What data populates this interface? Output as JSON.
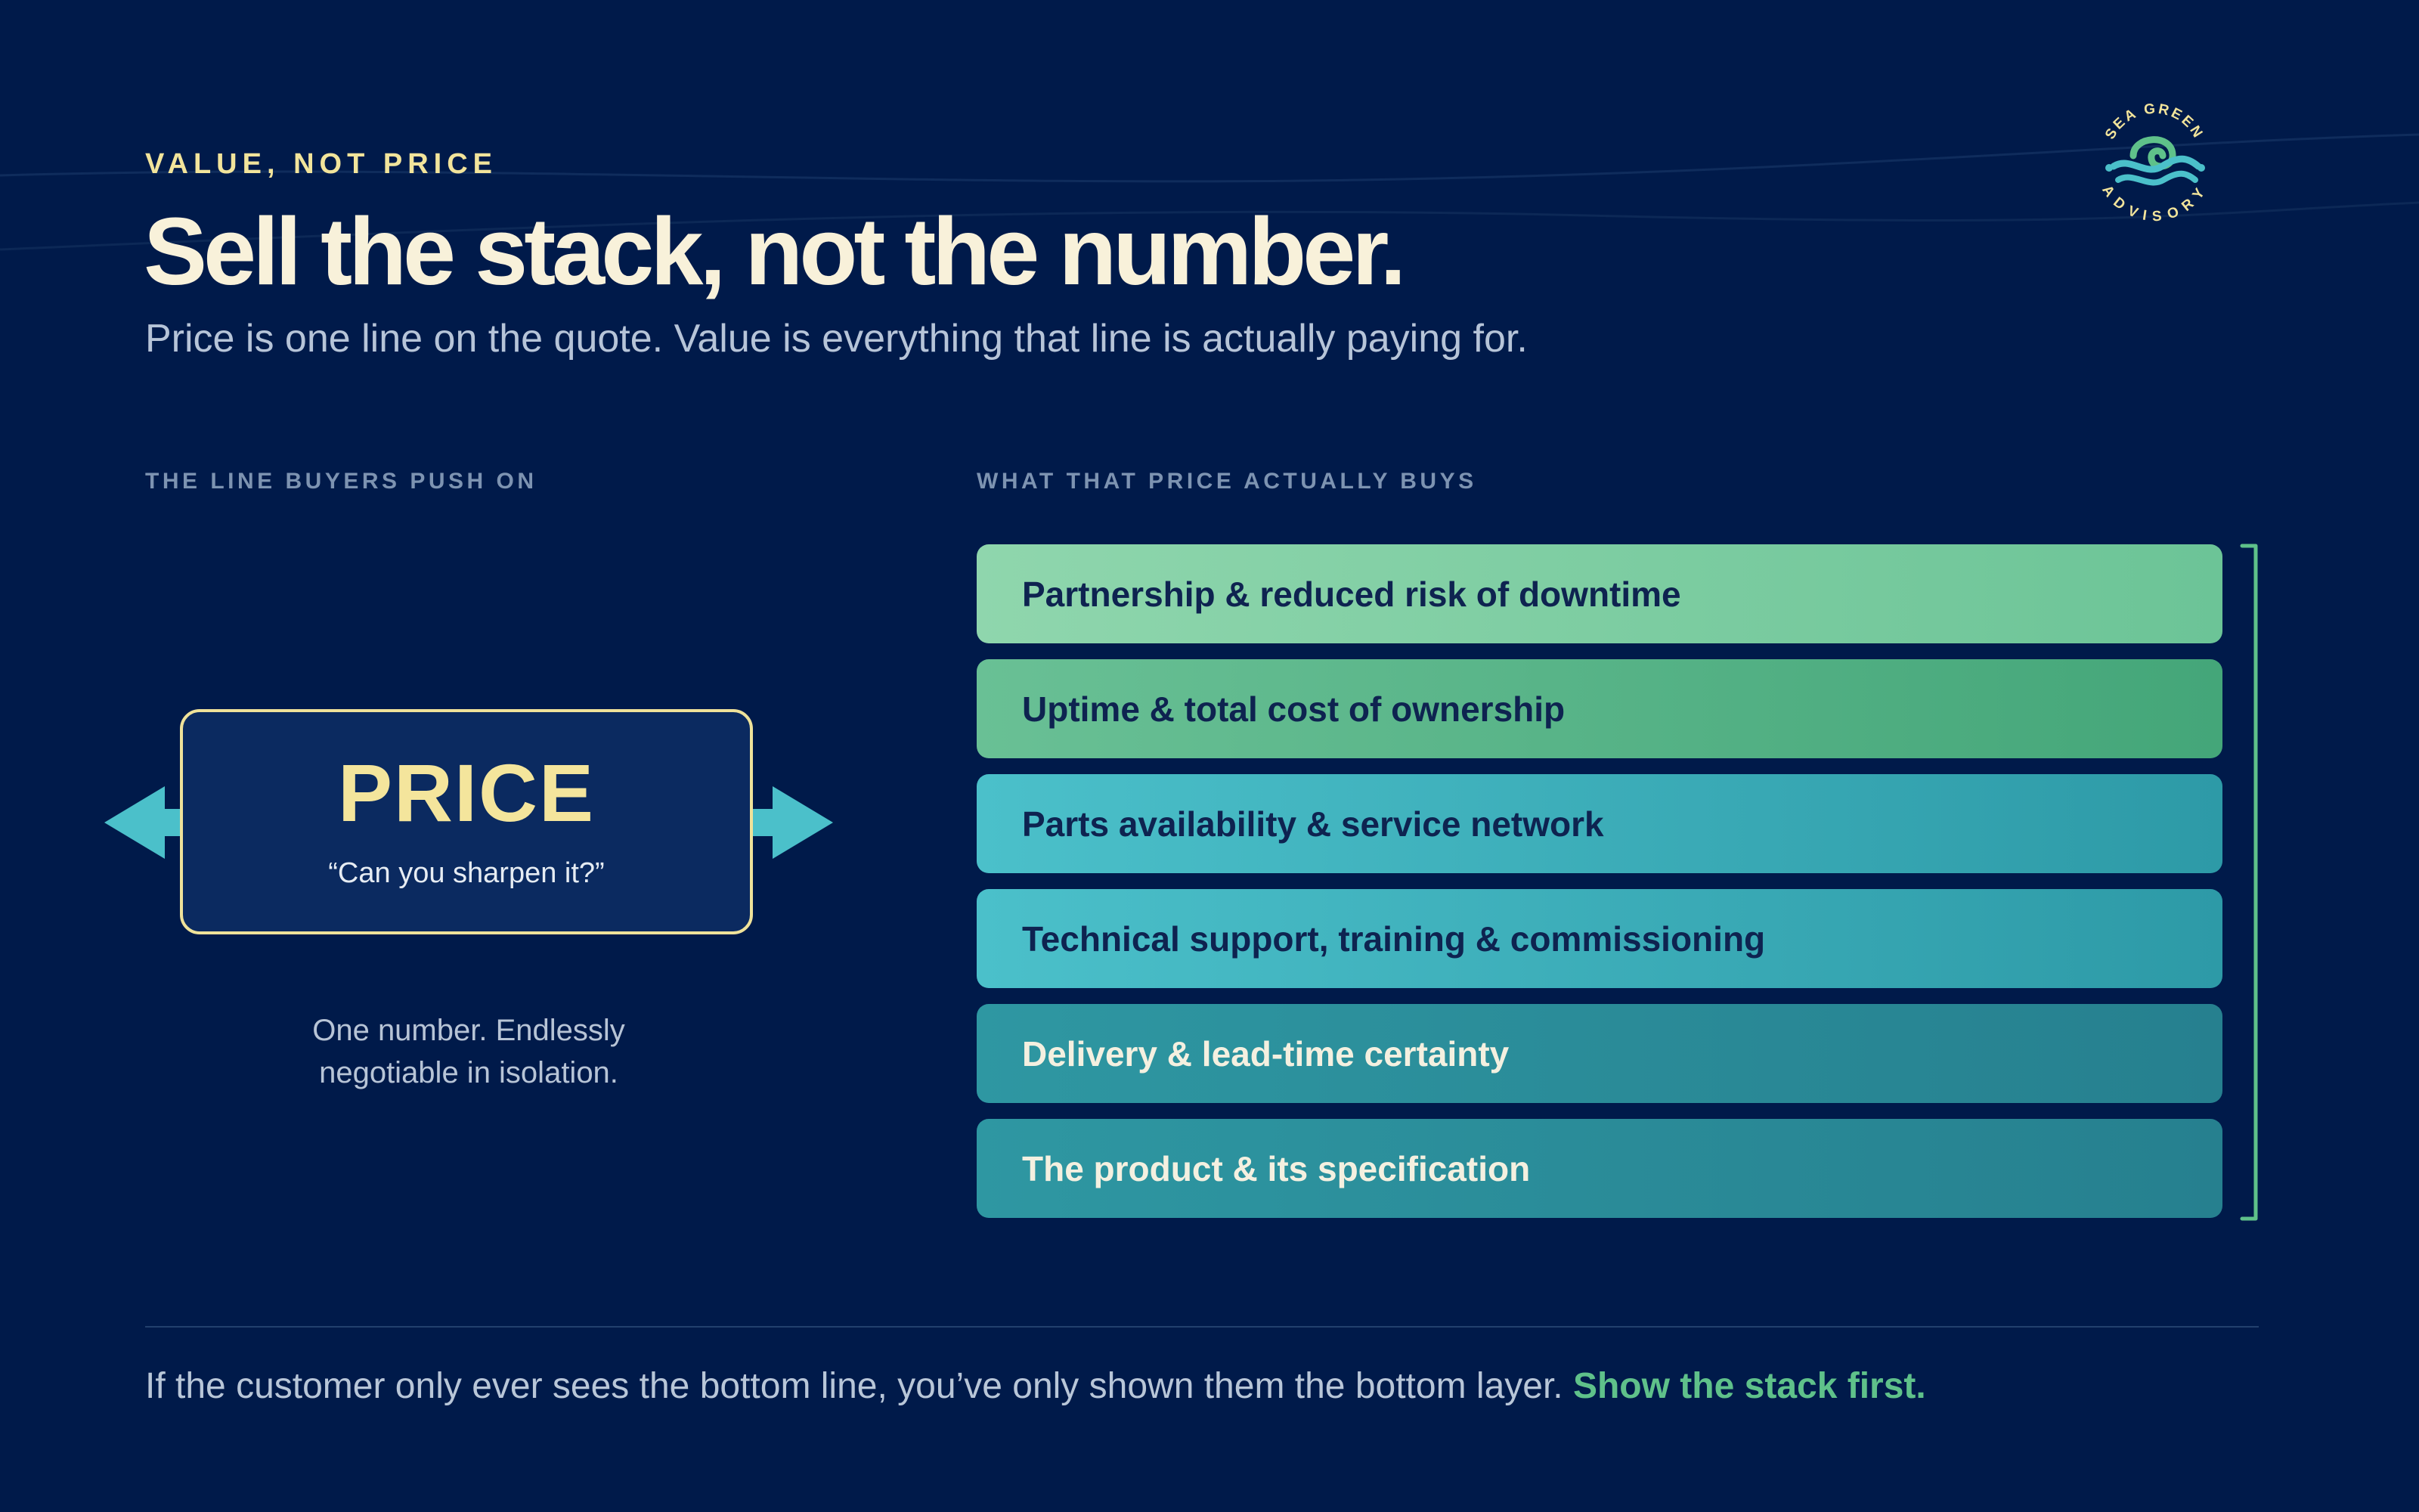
{
  "eyebrow": "VALUE, NOT PRICE",
  "title": "Sell the stack, not the number.",
  "subtitle": "Price is one line on the quote. Value is everything that line is actually paying for.",
  "logo": {
    "top_text": "SEA GREEN",
    "bottom_text": "ADVISORY",
    "icon": "wave-spiral-icon"
  },
  "left_column": {
    "label": "THE LINE BUYERS PUSH ON",
    "card_title": "PRICE",
    "card_quote": "“Can you sharpen it?”",
    "caption_line1": "One number. Endlessly",
    "caption_line2": "negotiable in isolation.",
    "arrow_icons": [
      "arrow-left-icon",
      "arrow-right-icon"
    ]
  },
  "right_column": {
    "label": "WHAT THAT PRICE ACTUALLY BUYS",
    "layers": [
      {
        "label": "Partnership & reduced risk of downtime",
        "bg_from": "#8fd6ad",
        "bg_to": "#6cc497",
        "text_color": "#0e2350"
      },
      {
        "label": "Uptime & total cost of ownership",
        "bg_from": "#69c095",
        "bg_to": "#44a679",
        "text_color": "#0e2350"
      },
      {
        "label": "Parts availability & service network",
        "bg_from": "#4bc0ca",
        "bg_to": "#2d9aa7",
        "text_color": "#0e2350"
      },
      {
        "label": "Technical support, training & commissioning",
        "bg_from": "#4bc0ca",
        "bg_to": "#2d9aa7",
        "text_color": "#0e2350"
      },
      {
        "label": "Delivery & lead-time certainty",
        "bg_from": "#2e97a2",
        "bg_to": "#26808f",
        "text_color": "#f4f0e0"
      },
      {
        "label": "The product & its specification",
        "bg_from": "#2e97a2",
        "bg_to": "#26808f",
        "text_color": "#f4f0e0"
      }
    ],
    "bracket_color": "#5fc18a"
  },
  "footer": {
    "text": "If the customer only ever sees the bottom line, you’ve only shown them the bottom layer. ",
    "emphasis": "Show the stack first."
  },
  "colors": {
    "background": "#001a4a",
    "accent_yellow": "#f2e49b",
    "accent_teal": "#4bc0ca",
    "accent_green": "#5fc18a"
  }
}
